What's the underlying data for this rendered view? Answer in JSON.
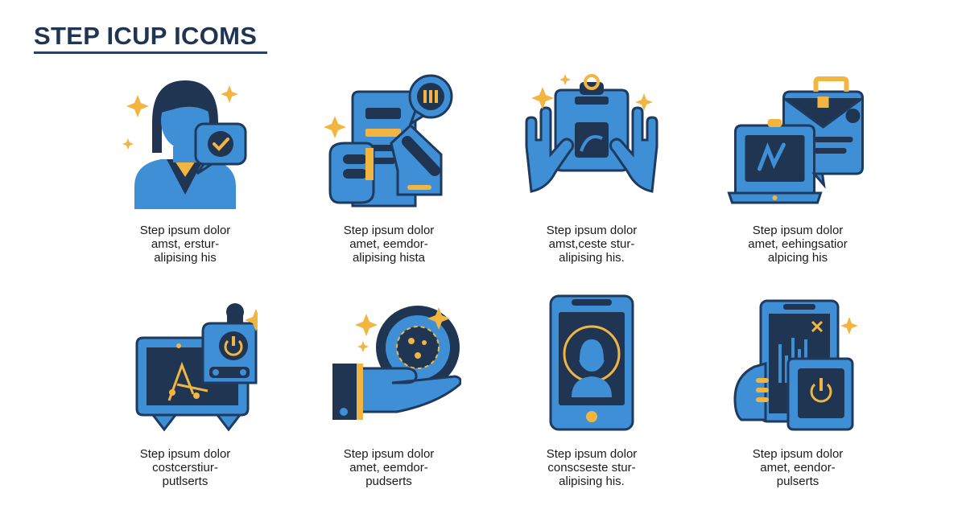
{
  "title": "STEP ICUP ICOMS",
  "colors": {
    "blue": "#3f8fd6",
    "navy": "#1f3552",
    "gold": "#f2b541",
    "outline": "#1e3a5f"
  },
  "icons": [
    {
      "icon": "woman-checkmark-icon",
      "caption": [
        "Step ipsum dolor",
        "amst, erstur-",
        "alipising his"
      ]
    },
    {
      "icon": "robot-arm-document-icon",
      "caption": [
        "Step ipsum dolor",
        "amet, eemdor-",
        "alipising hista"
      ]
    },
    {
      "icon": "hands-clipboard-icon",
      "caption": [
        "Step ipsum dolor",
        "amst,ceste stur-",
        "alipising his."
      ]
    },
    {
      "icon": "laptop-briefcase-icon",
      "caption": [
        "Step ipsum dolor",
        "amet, eehingsatior",
        "alpicing his"
      ]
    },
    {
      "icon": "monitor-power-icon",
      "caption": [
        "Step ipsum dolor",
        "costcerstiur-",
        "putlserts"
      ]
    },
    {
      "icon": "hand-globe-icon",
      "caption": [
        "Step ipsum dolor",
        "amet, eemdor-",
        "pudserts"
      ]
    },
    {
      "icon": "smartphone-face-icon",
      "caption": [
        "Step ipsum dolor",
        "conscseste stur-",
        "alipising his."
      ]
    },
    {
      "icon": "tablet-power-icon",
      "caption": [
        "Step ipsum dolor",
        "amet, eendor-",
        "pulserts"
      ]
    }
  ]
}
